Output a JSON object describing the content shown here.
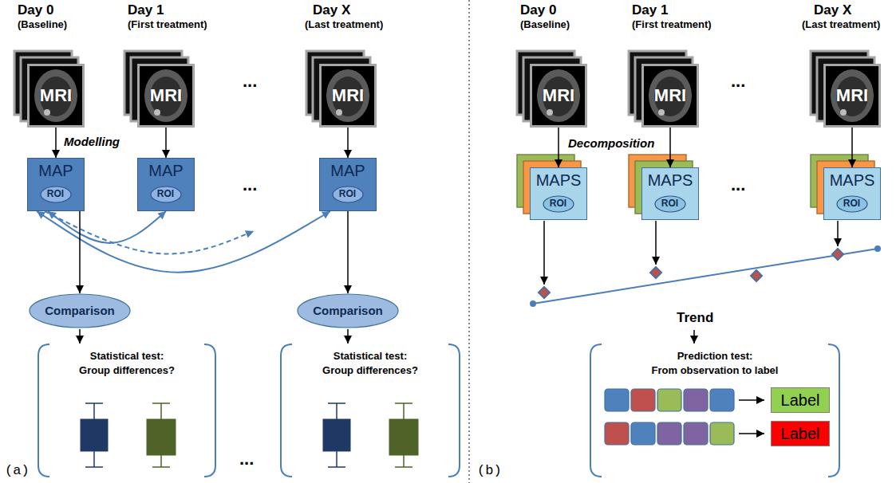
{
  "diagram": {
    "nodes": [
      {
        "text": [
          "MRI"
        ]
      },
      {
        "text": [
          "MRI"
        ]
      },
      {
        "text": [
          "MRI"
        ]
      },
      {
        "text": [
          "MAP"
        ]
      },
      {
        "text": [
          "ROI"
        ],
        "in": 3
      },
      {
        "text": [
          "MAP"
        ]
      },
      {
        "text": [
          "ROI"
        ],
        "in": 5
      },
      {
        "text": [
          "MAP"
        ]
      },
      {
        "text": [
          "ROI"
        ],
        "in": 7
      },
      {
        "text": [
          "Comparison"
        ]
      },
      {
        "text": [
          "Comparison"
        ]
      },
      {
        "text": [
          "MRI"
        ]
      },
      {
        "text": [
          "MRI"
        ]
      },
      {
        "text": [
          "MRI"
        ]
      },
      {
        "text": [
          "MAPS"
        ]
      },
      {
        "text": [
          "ROI"
        ],
        "in": 14
      },
      {
        "text": [
          "MAPS"
        ]
      },
      {
        "text": [
          "ROI"
        ],
        "in": 16
      },
      {
        "text": [
          "MAPS"
        ]
      },
      {
        "text": [
          "ROI"
        ],
        "in": 18
      },
      {
        "text": [
          "Label"
        ]
      },
      {
        "text": [
          "Label"
        ]
      }
    ],
    "edges": [
      {
        "from": 0,
        "to": 3,
        "arrow": "to"
      },
      {
        "from": 1,
        "to": 5,
        "arrow": "to"
      },
      {
        "from": 2,
        "to": 7,
        "arrow": "to"
      },
      {
        "from": 3,
        "to": 5,
        "arrow": "both"
      },
      {
        "from": 3,
        "to": 7,
        "arrow": "both"
      },
      {
        "from": 3,
        "to": 9,
        "arrow": "to"
      },
      {
        "from": 7,
        "to": 10,
        "arrow": "to"
      },
      {
        "from": 11,
        "to": 14,
        "arrow": "to"
      },
      {
        "from": 12,
        "to": 16,
        "arrow": "to"
      },
      {
        "from": 13,
        "to": 18,
        "arrow": "to"
      }
    ],
    "labels": [
      "Day 0",
      "(Baseline)",
      "Day 1",
      "(First treatment)",
      "...",
      "Day X",
      "(Last treatment)",
      "Modelling",
      "...",
      "Statistical test:",
      "Group differences?",
      "...",
      "Statistical test:",
      "Group differences?",
      "(a)",
      "Day 0",
      "(Baseline)",
      "Day 1",
      "(First treatment)",
      "...",
      "Day X",
      "(Last treatment)",
      "Decomposition",
      "...",
      "Trend",
      "Prediction test:",
      "From observation to label",
      "(b)"
    ]
  }
}
